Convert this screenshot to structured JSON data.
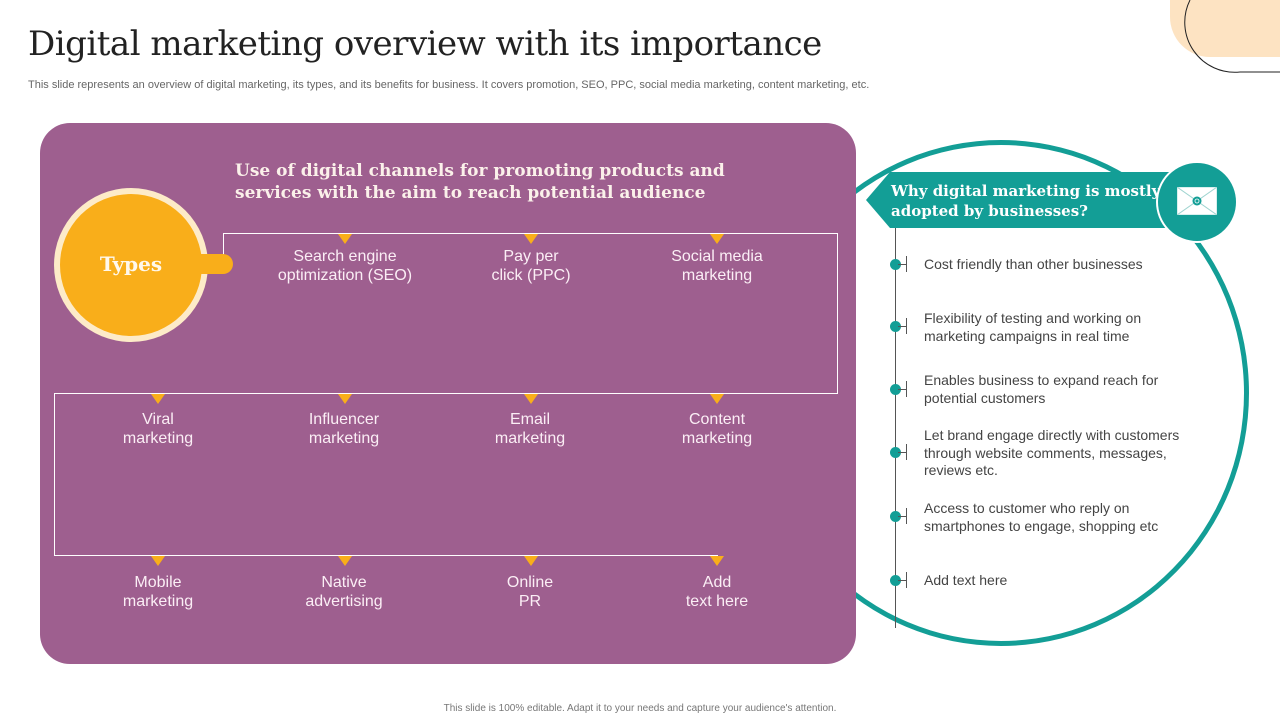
{
  "slide": {
    "title": "Digital marketing overview with its importance",
    "subtitle": "This slide represents an overview of digital marketing, its types, and its benefits for business. It covers promotion, SEO, PPC, social media marketing, content marketing, etc.",
    "footer": "This slide is 100% editable. Adapt it to your needs and capture your audience's attention."
  },
  "colors": {
    "panel": "#9e5f8f",
    "accent_yellow": "#f9ae1a",
    "accent_cream": "#fdebc8",
    "teal": "#139e96",
    "deco_peach": "#fde3c2"
  },
  "types_panel": {
    "headline_line1": "Use of digital channels for promoting products and",
    "headline_line2": "services with the aim to reach potential audience",
    "hub_label": "Types",
    "rows": [
      [
        {
          "line1": "Search engine",
          "line2": "optimization (SEO)"
        },
        {
          "line1": "Pay per",
          "line2": "click (PPC)"
        },
        {
          "line1": "Social media",
          "line2": "marketing"
        }
      ],
      [
        {
          "line1": "Viral",
          "line2": "marketing"
        },
        {
          "line1": "Influencer",
          "line2": "marketing"
        },
        {
          "line1": "Email",
          "line2": "marketing"
        },
        {
          "line1": "Content",
          "line2": "marketing"
        }
      ],
      [
        {
          "line1": "Mobile",
          "line2": "marketing"
        },
        {
          "line1": "Native",
          "line2": "advertising"
        },
        {
          "line1": "Online",
          "line2": "PR"
        },
        {
          "line1": "Add",
          "line2": "text here"
        }
      ]
    ]
  },
  "importance": {
    "heading_line1": "Why digital marketing is mostly",
    "heading_line2": "adopted by businesses?",
    "icon": "envelope-icon",
    "points": [
      {
        "lines": [
          "Cost friendly than other businesses"
        ]
      },
      {
        "lines": [
          "Flexibility  of testing and working on",
          "marketing campaigns in real time"
        ]
      },
      {
        "lines": [
          "Enables business to expand reach for",
          "potential customers"
        ]
      },
      {
        "lines": [
          "Let brand engage directly with customers",
          "through website comments, messages,",
          "reviews etc."
        ]
      },
      {
        "lines": [
          "Access to customer who reply on",
          "smartphones to engage, shopping etc"
        ]
      },
      {
        "lines": [
          "Add text here"
        ]
      }
    ]
  }
}
